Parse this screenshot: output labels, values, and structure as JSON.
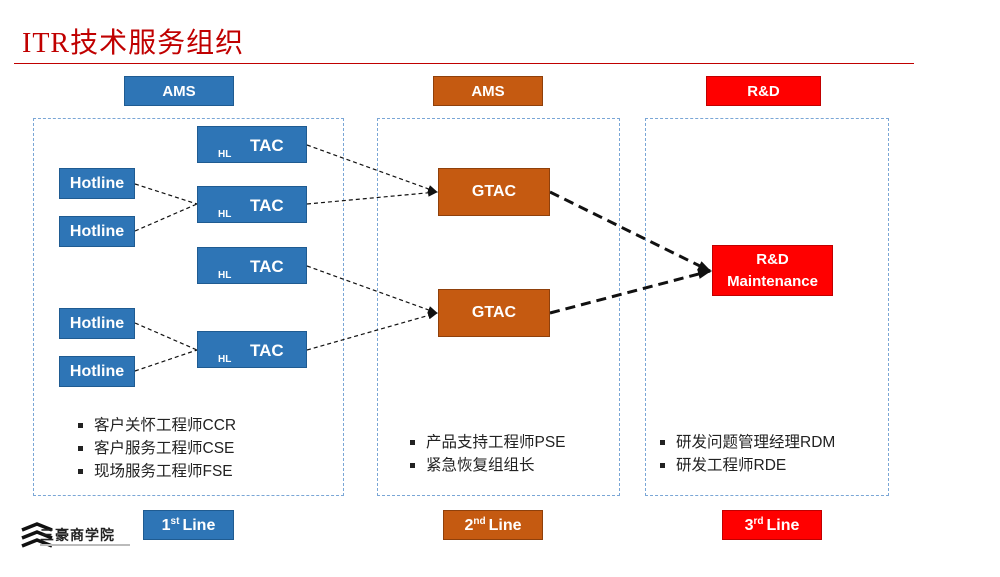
{
  "title": "ITR技术服务组织",
  "columns": [
    {
      "header": "AMS",
      "header_color": "#2e75b6",
      "bullets": [
        "客户关怀工程师CCR",
        "客户服务工程师CSE",
        "现场服务工程师FSE"
      ],
      "line_num": "1",
      "line_sup": "st",
      "line_word": "Line"
    },
    {
      "header": "AMS",
      "header_color": "#c55a11",
      "bullets": [
        "产品支持工程师PSE",
        "紧急恢复组组长"
      ],
      "line_num": "2",
      "line_sup": "nd",
      "line_word": "Line"
    },
    {
      "header": "R&D",
      "header_color": "#ff0000",
      "bullets": [
        "研发问题管理经理RDM",
        "研发工程师RDE"
      ],
      "line_num": "3",
      "line_sup": "rd",
      "line_word": "Line"
    }
  ],
  "hotlines": [
    "Hotline",
    "Hotline",
    "Hotline",
    "Hotline"
  ],
  "tacs": [
    {
      "prefix": "HL",
      "label": "TAC"
    },
    {
      "prefix": "HL",
      "label": "TAC"
    },
    {
      "prefix": "HL",
      "label": "TAC"
    },
    {
      "prefix": "HL",
      "label": "TAC"
    }
  ],
  "gtacs": [
    "GTAC",
    "GTAC"
  ],
  "rd_maintenance": {
    "line1": "R&D",
    "line2": "Maintenance"
  },
  "logo_text": "三豪商学院",
  "colors": {
    "title": "#c00000",
    "blue": "#2e75b6",
    "orange": "#c55a11",
    "red": "#ff0000"
  }
}
